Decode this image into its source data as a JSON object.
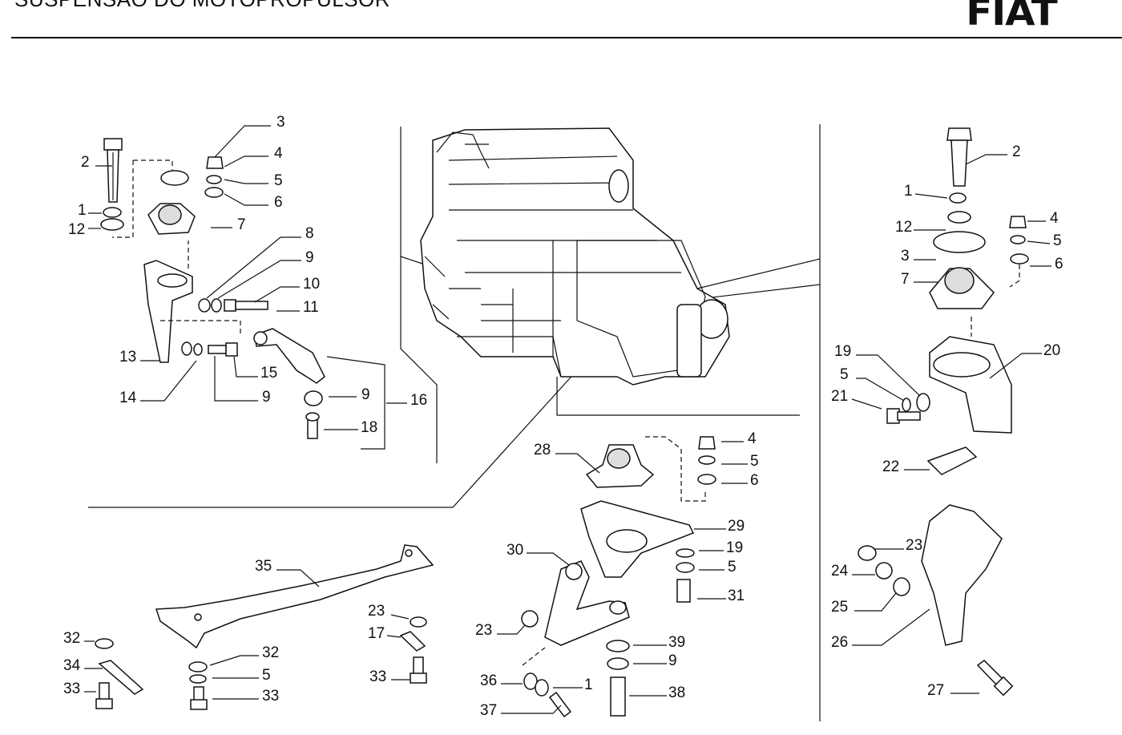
{
  "header": {
    "title": "SUSPENSÃO DO MOTOPROPULSOR",
    "brand": "FIAT"
  },
  "callouts": [
    "3",
    "2",
    "4",
    "5",
    "6",
    "1",
    "12",
    "7",
    "8",
    "9",
    "10",
    "11",
    "13",
    "15",
    "14",
    "9",
    "9",
    "16",
    "18",
    "2",
    "1",
    "4",
    "12",
    "5",
    "3",
    "6",
    "7",
    "19",
    "20",
    "5",
    "21",
    "22",
    "23",
    "24",
    "25",
    "26",
    "27",
    "28",
    "4",
    "5",
    "6",
    "29",
    "30",
    "19",
    "5",
    "31",
    "23",
    "39",
    "9",
    "36",
    "1",
    "38",
    "37",
    "35",
    "32",
    "34",
    "33",
    "32",
    "5",
    "33",
    "23",
    "17",
    "33"
  ]
}
